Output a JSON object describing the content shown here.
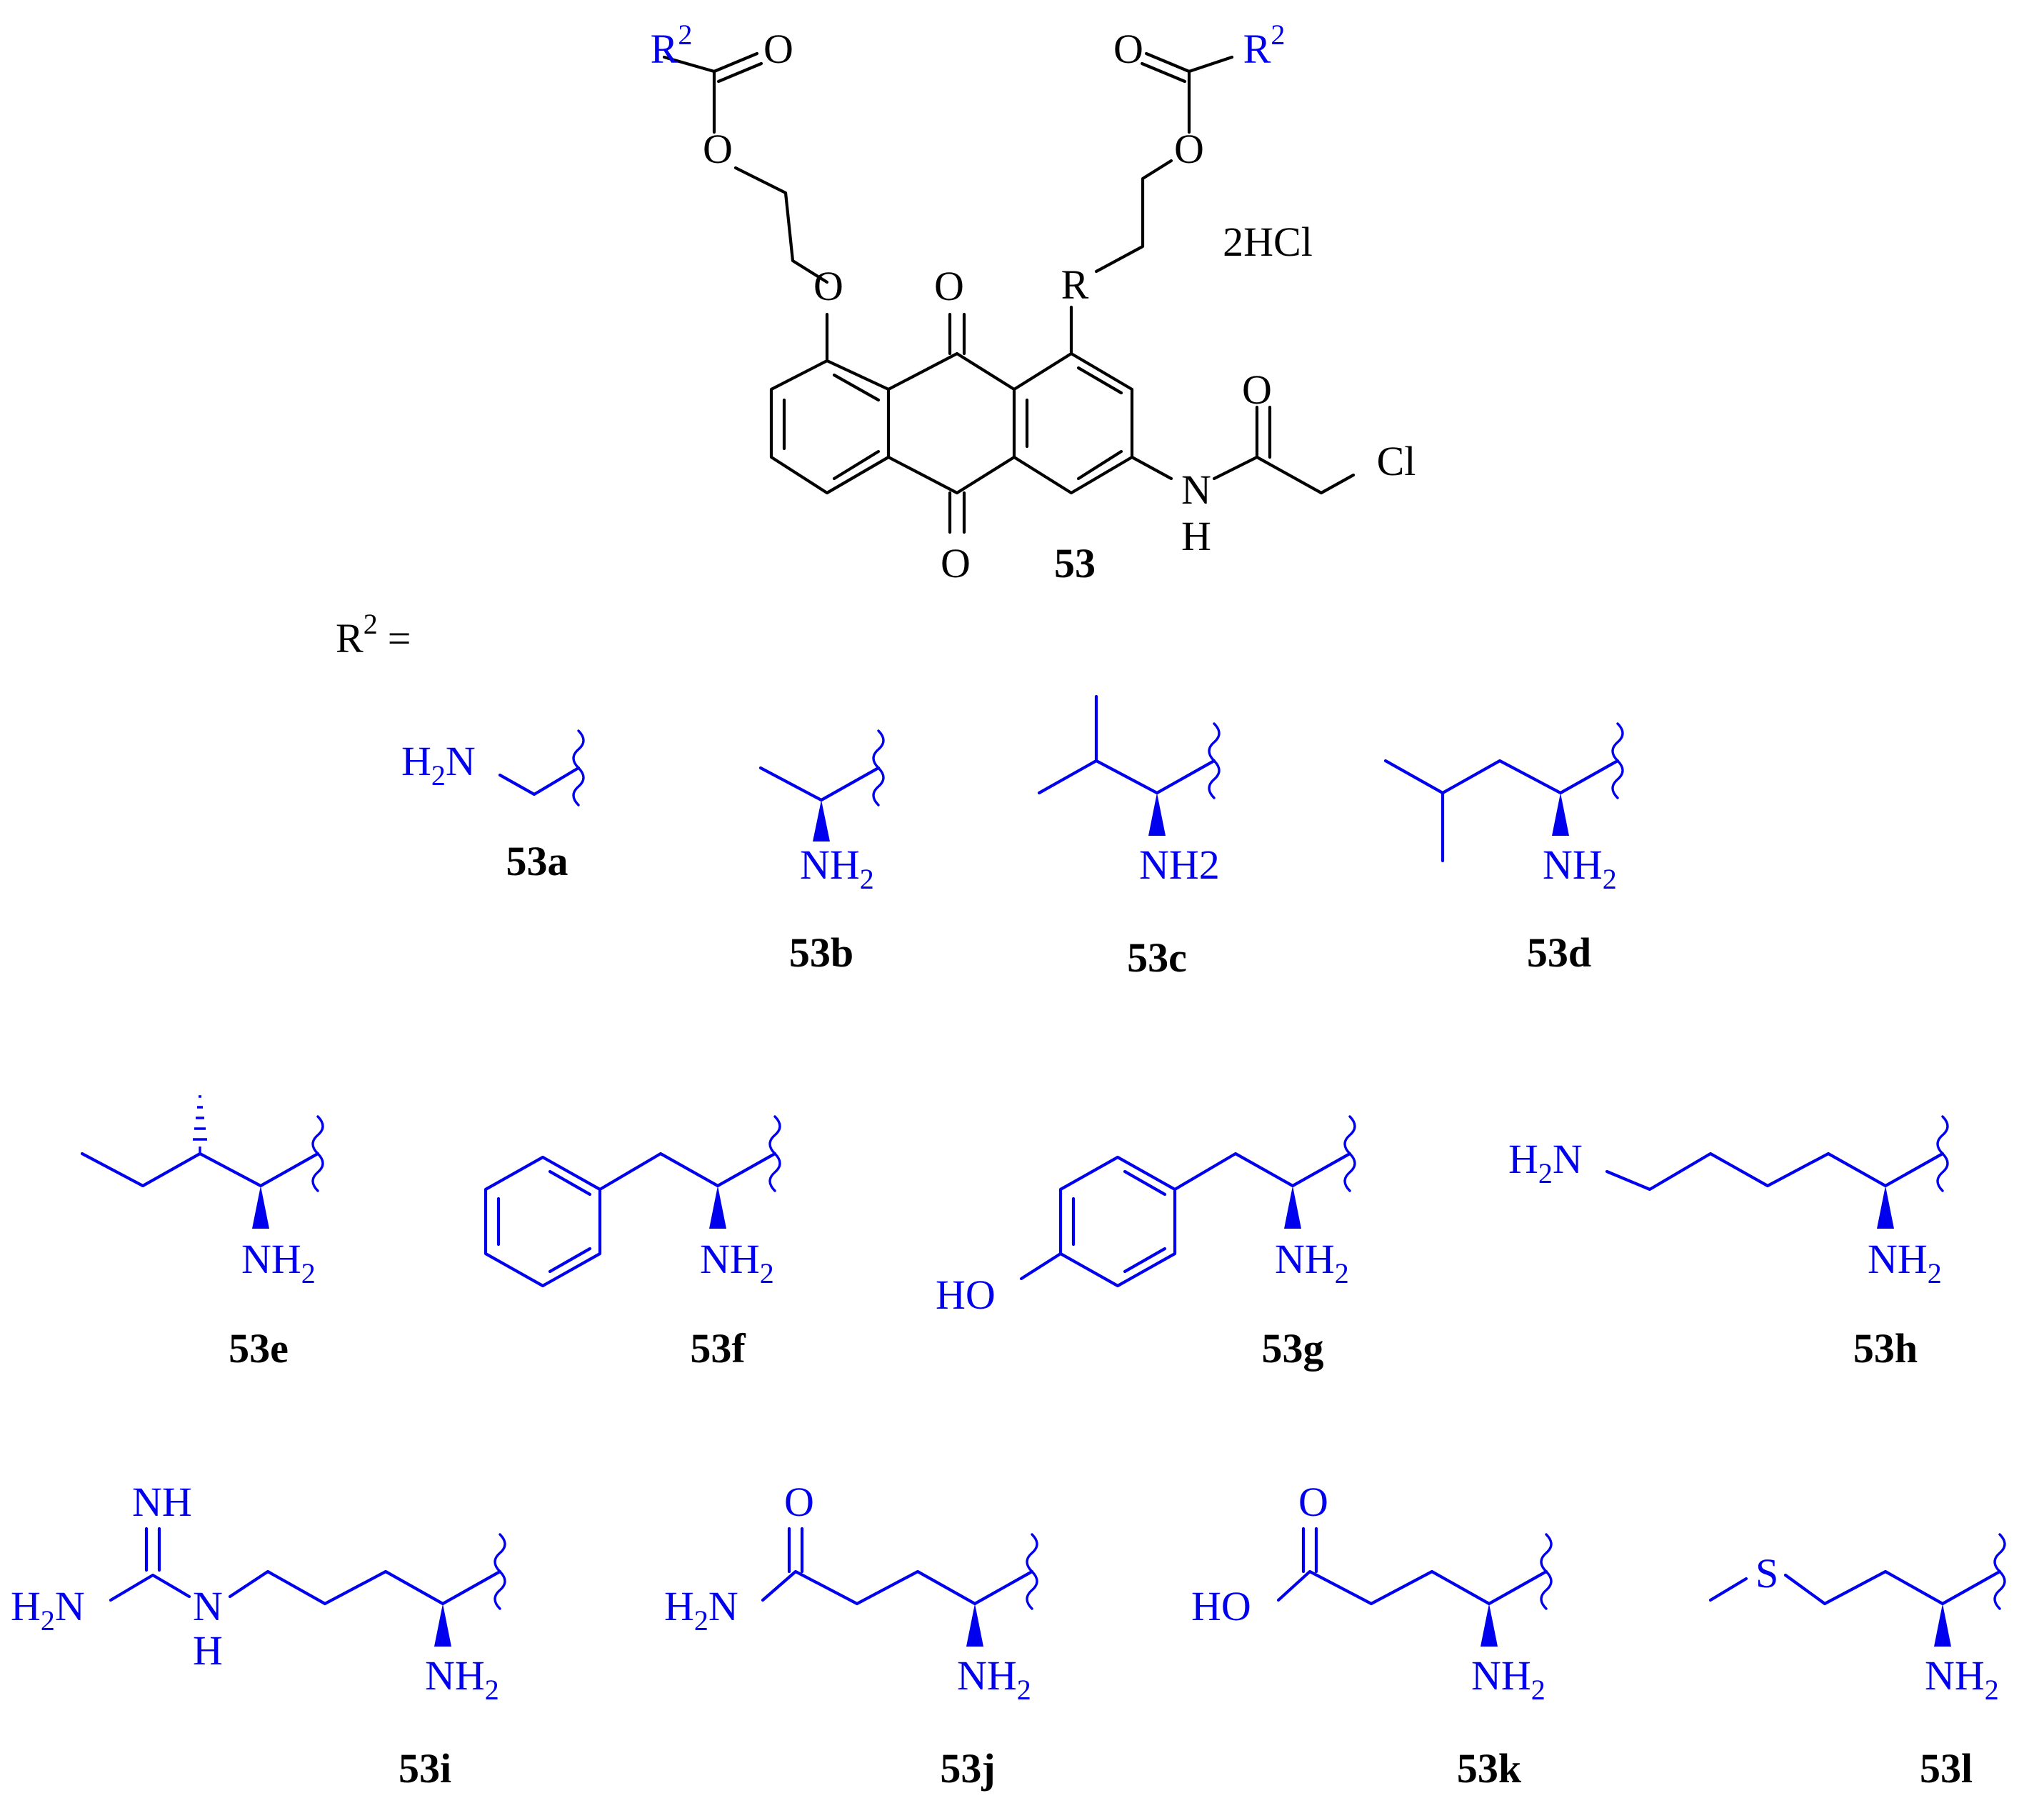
{
  "core": {
    "compound_label": "53",
    "salt": "2HCl",
    "r_variable": "R",
    "r2_variable": "R",
    "r2_sup": "2",
    "oxygen": "O",
    "amide_n": "N",
    "amide_h": "H",
    "chlorine": "Cl"
  },
  "r2_definition": {
    "text": "R",
    "sup": "2",
    "equals": "="
  },
  "substituents": [
    {
      "label": "53a"
    },
    {
      "label": "53b"
    },
    {
      "label": "53c"
    },
    {
      "label": "53d"
    },
    {
      "label": "53e"
    },
    {
      "label": "53f"
    },
    {
      "label": "53g"
    },
    {
      "label": "53h"
    },
    {
      "label": "53i"
    },
    {
      "label": "53j"
    },
    {
      "label": "53k"
    },
    {
      "label": "53l"
    }
  ],
  "atoms": {
    "h2n_h": "H",
    "h2n_sub": "2",
    "h2n_n": "N",
    "nh2_nh": "NH",
    "nh2_sub": "2",
    "nh2_plain": "NH2",
    "ho": "HO",
    "nh_imine": "NH",
    "n": "N",
    "h": "H",
    "o": "O",
    "s": "S"
  },
  "colors": {
    "core": "#000000",
    "substituent": "#0000ee"
  }
}
